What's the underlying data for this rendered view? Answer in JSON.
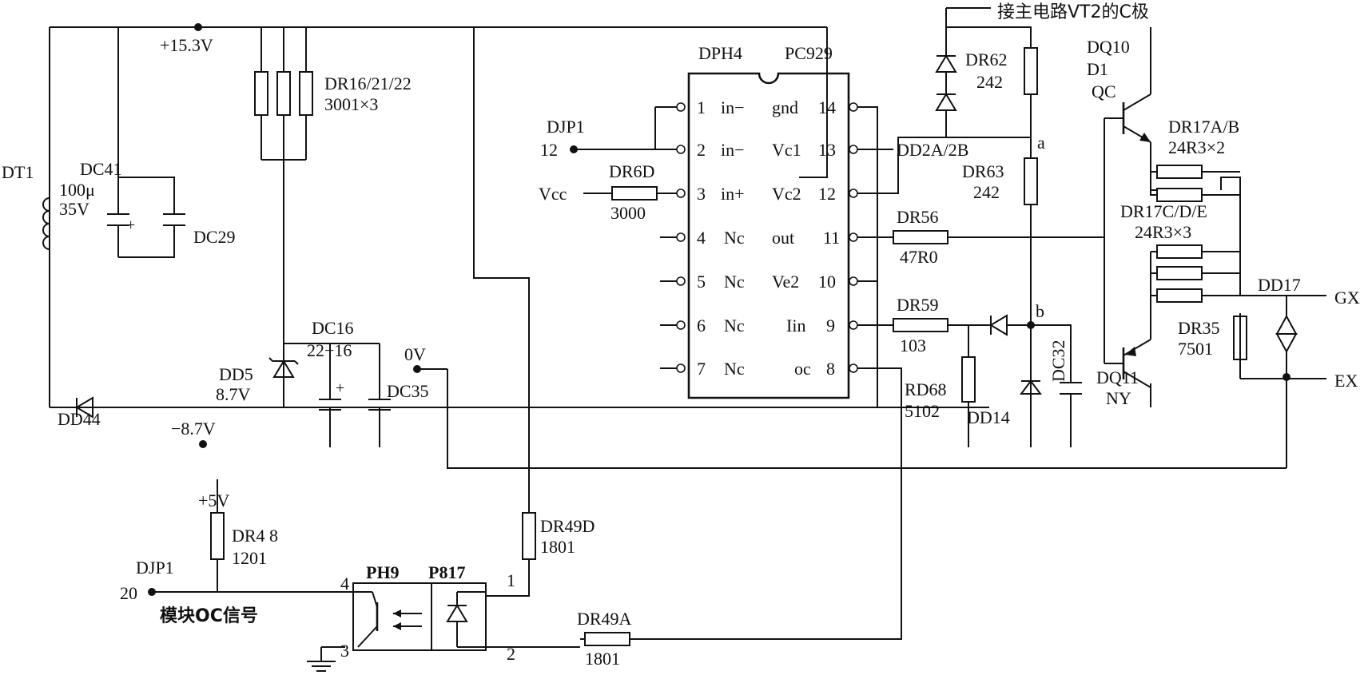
{
  "header": {
    "vt2_note": "接主电路VT2的C极"
  },
  "power": {
    "plus_15v3": "+15.3V",
    "minus_8v7": "−8.7V",
    "zero_v": "0V",
    "plus_5v": "+5V"
  },
  "transformer": {
    "ref": "DT1"
  },
  "capacitors": {
    "dc41_ref": "DC41",
    "dc41_cap": "100μ",
    "dc41_volt": "35V",
    "dc29_ref": "DC29",
    "dc16_ref": "DC16",
    "dc16_val": "22−16",
    "dc35_ref": "DC35",
    "dc32_ref": "DC32"
  },
  "resistors": {
    "dr16_ref": "DR16/21/22",
    "dr16_val": "3001×3",
    "dr6d_ref": "DR6D",
    "dr6d_val": "3000",
    "dr56_ref": "DR56",
    "dr56_val": "47R0",
    "dr59_ref": "DR59",
    "dr59_val": "103",
    "rd68_ref": "RD68",
    "rd68_val": "5102",
    "dr62_ref": "DR62",
    "dr62_val": "242",
    "dr63_ref": "DR63",
    "dr63_val": "242",
    "dr17ab_ref": "DR17A/B",
    "dr17ab_val": "24R3×2",
    "dr17cde_ref": "DR17C/D/E",
    "dr17cde_val": "24R3×3",
    "dr35_ref": "DR35",
    "dr35_val": "7501",
    "dr48_ref": "DR4 8",
    "dr48_val": "1201",
    "dr49d_ref": "DR49D",
    "dr49d_val": "1801",
    "dr49a_ref": "DR49A",
    "dr49a_val": "1801"
  },
  "diodes": {
    "dd5_ref": "DD5",
    "dd5_val": "8.7V",
    "dd44_ref": "DD44",
    "dd2_ref": "DD2A/2B",
    "dd14_ref": "DD14",
    "dd17_ref": "DD17"
  },
  "ic": {
    "ref": "DPH4",
    "part": "PC929",
    "left_pins": [
      {
        "num": "1",
        "name": "in−"
      },
      {
        "num": "2",
        "name": "in−"
      },
      {
        "num": "3",
        "name": "in+"
      },
      {
        "num": "4",
        "name": "Nc"
      },
      {
        "num": "5",
        "name": "Nc"
      },
      {
        "num": "6",
        "name": "Nc"
      },
      {
        "num": "7",
        "name": "Nc"
      }
    ],
    "right_pins": [
      {
        "num": "14",
        "name": "gnd"
      },
      {
        "num": "13",
        "name": "Vc1"
      },
      {
        "num": "12",
        "name": "Vc2"
      },
      {
        "num": "11",
        "name": "out"
      },
      {
        "num": "10",
        "name": "Ve2"
      },
      {
        "num": "9",
        "name": "Iin"
      },
      {
        "num": "8",
        "name": "oc"
      }
    ]
  },
  "connectors": {
    "djp1_top_ref": "DJP1",
    "djp1_top_pin": "12",
    "vcc": "Vcc",
    "djp1_bot_ref": "DJP1",
    "djp1_bot_pin": "20",
    "oc_signal": "模块OC信号"
  },
  "transistors": {
    "dq10_ref": "DQ10",
    "dq10_sub": "D1",
    "dq10_type": "QC",
    "dq11_ref": "DQ11",
    "dq11_type": "NY"
  },
  "optocoupler": {
    "ref": "PH9",
    "part": "P817",
    "pin4": "4",
    "pin3": "3",
    "pin1": "1",
    "pin2": "2"
  },
  "nodes": {
    "a": "a",
    "b": "b"
  },
  "outputs": {
    "gx": "GX",
    "ex": "EX"
  }
}
